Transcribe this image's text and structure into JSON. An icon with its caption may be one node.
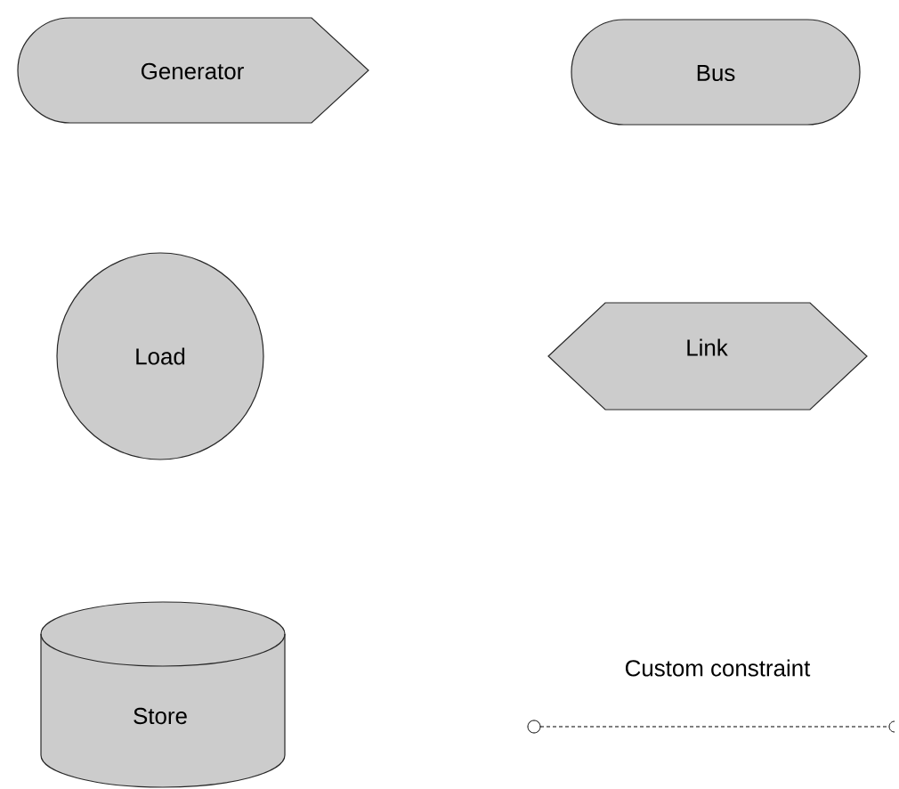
{
  "diagram": {
    "nodes": [
      {
        "text": [
          "Generator"
        ]
      },
      {
        "text": [
          "Bus"
        ]
      },
      {
        "text": [
          "Load"
        ]
      },
      {
        "text": [
          "Link"
        ]
      },
      {
        "text": [
          "Store"
        ]
      }
    ],
    "labels": [
      "Custom constraint"
    ]
  }
}
